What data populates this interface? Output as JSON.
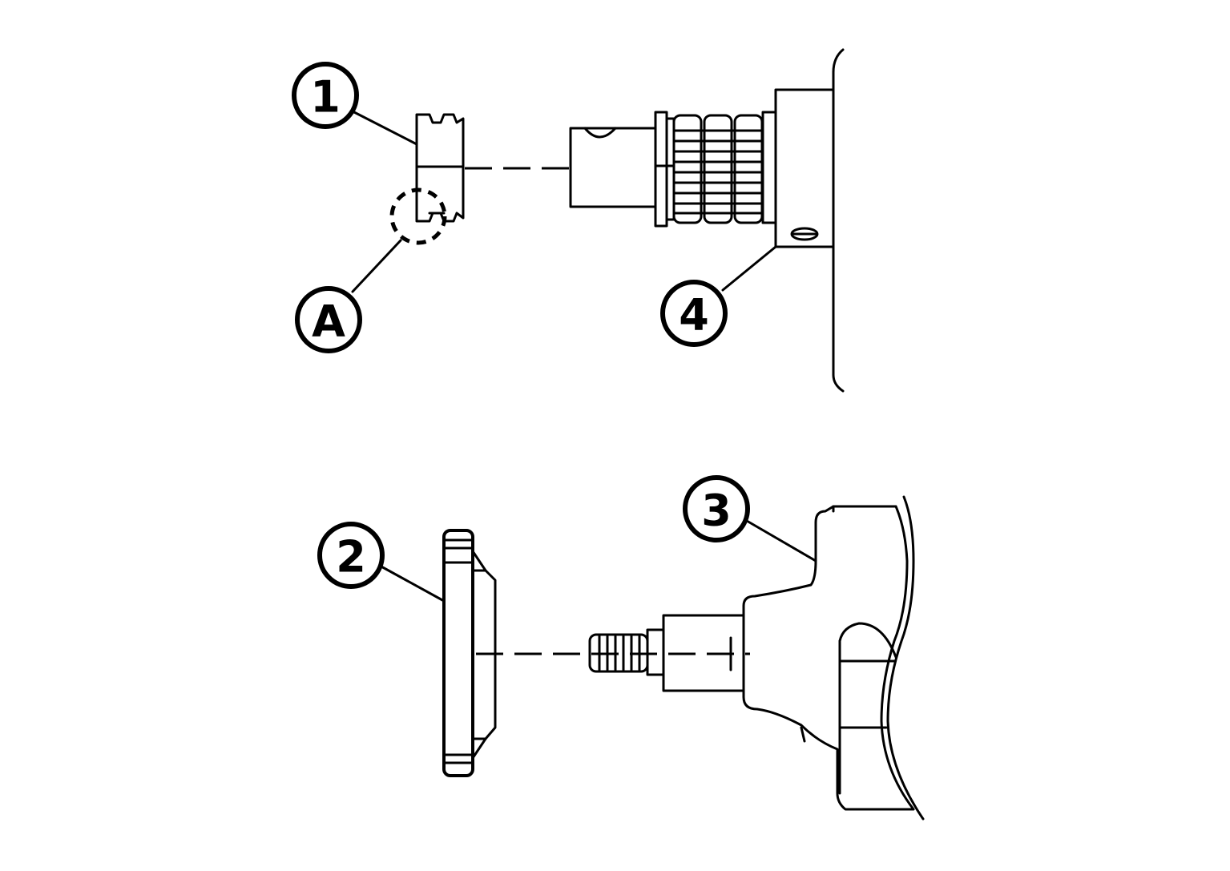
{
  "callouts": {
    "c1": "1",
    "c2": "2",
    "c3": "3",
    "c4": "4",
    "cA": "A"
  },
  "colors": {
    "line": "#000000",
    "background": "#ffffff"
  }
}
